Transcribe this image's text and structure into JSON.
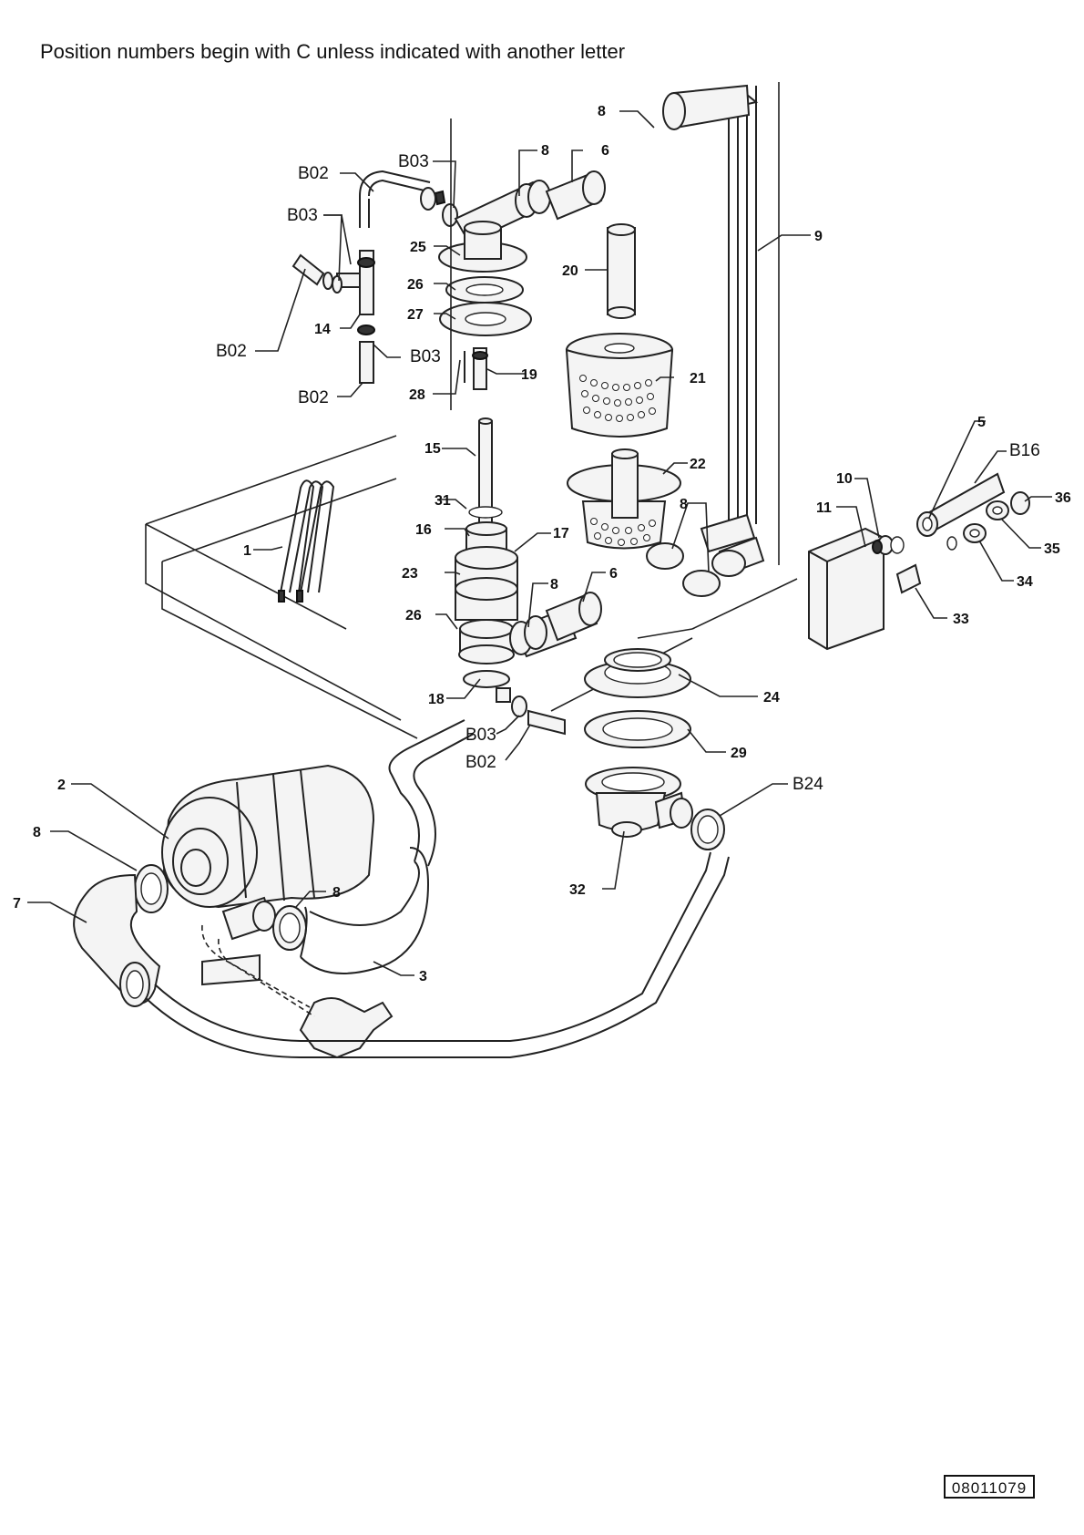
{
  "header": {
    "note": "Position numbers begin with C unless indicated with another letter"
  },
  "document_number": "08011079",
  "callouts": [
    {
      "id": "c-b02-top",
      "text": "B02"
    },
    {
      "id": "c-b03-top",
      "text": "B03"
    },
    {
      "id": "c-b03-left",
      "text": "B03"
    },
    {
      "id": "c-14",
      "text": "14"
    },
    {
      "id": "c-b02-left",
      "text": "B02"
    },
    {
      "id": "c-b03-mid",
      "text": "B03"
    },
    {
      "id": "c-b02-bottom",
      "text": "B02"
    },
    {
      "id": "c-8-top",
      "text": "8"
    },
    {
      "id": "c-6-top",
      "text": "6"
    },
    {
      "id": "c-8-upper-right",
      "text": "8"
    },
    {
      "id": "c-9",
      "text": "9"
    },
    {
      "id": "c-25",
      "text": "25"
    },
    {
      "id": "c-26-top",
      "text": "26"
    },
    {
      "id": "c-27",
      "text": "27"
    },
    {
      "id": "c-20",
      "text": "20"
    },
    {
      "id": "c-19",
      "text": "19"
    },
    {
      "id": "c-28",
      "text": "28"
    },
    {
      "id": "c-21",
      "text": "21"
    },
    {
      "id": "c-15",
      "text": "15"
    },
    {
      "id": "c-22",
      "text": "22"
    },
    {
      "id": "c-31",
      "text": "31"
    },
    {
      "id": "c-16",
      "text": "16"
    },
    {
      "id": "c-17",
      "text": "17"
    },
    {
      "id": "c-8-right",
      "text": "8"
    },
    {
      "id": "c-23",
      "text": "23"
    },
    {
      "id": "c-8-mid",
      "text": "8"
    },
    {
      "id": "c-6-mid",
      "text": "6"
    },
    {
      "id": "c-26-mid",
      "text": "26"
    },
    {
      "id": "c-1",
      "text": "1"
    },
    {
      "id": "c-18",
      "text": "18"
    },
    {
      "id": "c-b03-low",
      "text": "B03"
    },
    {
      "id": "c-b02-low",
      "text": "B02"
    },
    {
      "id": "c-24",
      "text": "24"
    },
    {
      "id": "c-29",
      "text": "29"
    },
    {
      "id": "c-b24",
      "text": "B24"
    },
    {
      "id": "c-32",
      "text": "32"
    },
    {
      "id": "c-10",
      "text": "10"
    },
    {
      "id": "c-5",
      "text": "5"
    },
    {
      "id": "c-b16",
      "text": "B16"
    },
    {
      "id": "c-11",
      "text": "11"
    },
    {
      "id": "c-36",
      "text": "36"
    },
    {
      "id": "c-35",
      "text": "35"
    },
    {
      "id": "c-34",
      "text": "34"
    },
    {
      "id": "c-33",
      "text": "33"
    },
    {
      "id": "c-2",
      "text": "2"
    },
    {
      "id": "c-8-pump",
      "text": "8"
    },
    {
      "id": "c-7",
      "text": "7"
    },
    {
      "id": "c-8-pump-right",
      "text": "8"
    },
    {
      "id": "c-3",
      "text": "3"
    }
  ]
}
